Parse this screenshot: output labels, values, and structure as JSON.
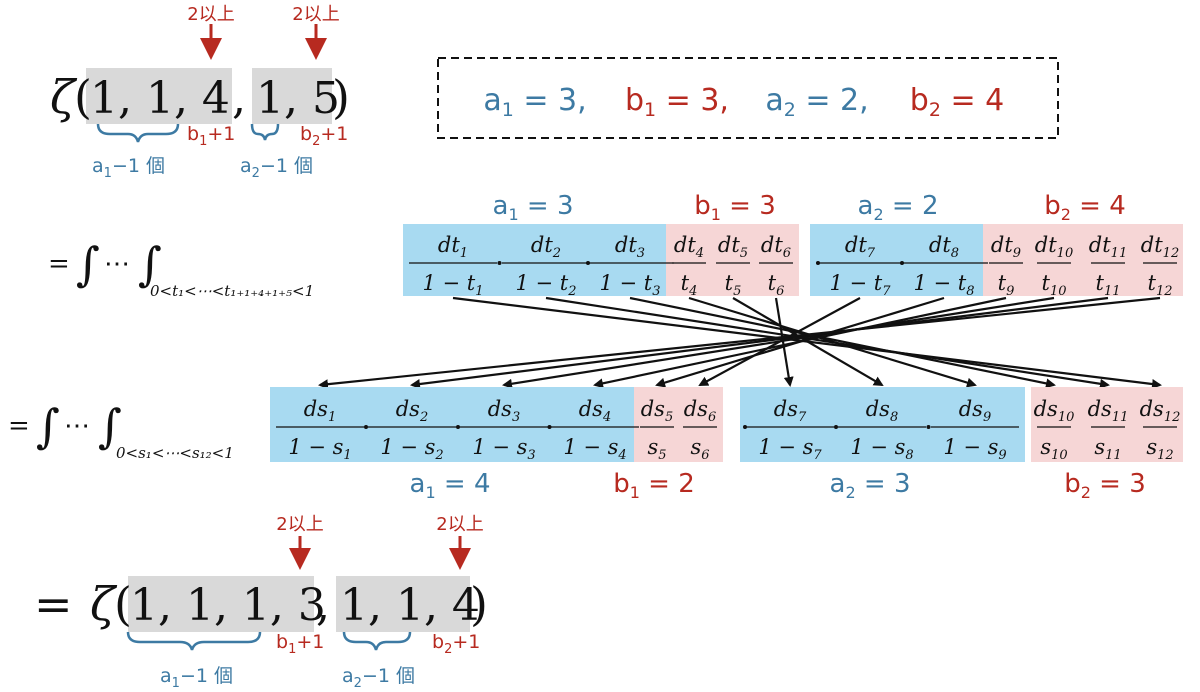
{
  "marker_label": "2以上",
  "top": {
    "zeta": "ζ",
    "paren_open": "(",
    "paren_close": ")",
    "group1": "1, 1, 4",
    "comma": ",",
    "group2": "1, 5",
    "brace1_prefix": "a",
    "brace1_sub": "1",
    "brace1_suffix": "−1 個",
    "brace2_prefix": "a",
    "brace2_sub": "2",
    "brace2_suffix": "−1 個",
    "last1_prefix": "b",
    "last1_sub": "1",
    "last1_suffix": "+1",
    "last2_prefix": "b",
    "last2_sub": "2",
    "last2_suffix": "+1"
  },
  "box": {
    "items": [
      {
        "letter": "a",
        "sub": "1",
        "rest": " = 3,",
        "color": "#3d7aa3"
      },
      {
        "letter": "b",
        "sub": "1",
        "rest": " = 3,",
        "color": "#b72a20"
      },
      {
        "letter": "a",
        "sub": "2",
        "rest": " = 2,",
        "color": "#3d7aa3"
      },
      {
        "letter": "b",
        "sub": "2",
        "rest": " = 4",
        "color": "#b72a20"
      }
    ]
  },
  "row1": {
    "prefix": "= ∫ ⋯ ∫",
    "lower_limit": "0<t₁<⋯<t₁₊₁₊₄₊₁₊₅<1",
    "labels": [
      {
        "letter": "a",
        "sub": "1",
        "rest": " = 3",
        "color": "#3d7aa3"
      },
      {
        "letter": "b",
        "sub": "1",
        "rest": " = 3",
        "color": "#b72a20"
      },
      {
        "letter": "a",
        "sub": "2",
        "rest": " = 2",
        "color": "#3d7aa3"
      },
      {
        "letter": "b",
        "sub": "2",
        "rest": " = 4",
        "color": "#b72a20"
      }
    ],
    "fractions": [
      {
        "num": "dt",
        "nsub": "1",
        "den": "1 − t",
        "dsub": "1",
        "kind": "a"
      },
      {
        "num": "dt",
        "nsub": "2",
        "den": "1 − t",
        "dsub": "2",
        "kind": "a"
      },
      {
        "num": "dt",
        "nsub": "3",
        "den": "1 − t",
        "dsub": "3",
        "kind": "a"
      },
      {
        "num": "dt",
        "nsub": "4",
        "den": "t",
        "dsub": "4",
        "kind": "b"
      },
      {
        "num": "dt",
        "nsub": "5",
        "den": "t",
        "dsub": "5",
        "kind": "b"
      },
      {
        "num": "dt",
        "nsub": "6",
        "den": "t",
        "dsub": "6",
        "kind": "b"
      },
      {
        "num": "dt",
        "nsub": "7",
        "den": "1 − t",
        "dsub": "7",
        "kind": "a"
      },
      {
        "num": "dt",
        "nsub": "8",
        "den": "1 − t",
        "dsub": "8",
        "kind": "a"
      },
      {
        "num": "dt",
        "nsub": "9",
        "den": "t",
        "dsub": "9",
        "kind": "b"
      },
      {
        "num": "dt",
        "nsub": "10",
        "den": "t",
        "dsub": "10",
        "kind": "b"
      },
      {
        "num": "dt",
        "nsub": "11",
        "den": "t",
        "dsub": "11",
        "kind": "b"
      },
      {
        "num": "dt",
        "nsub": "12",
        "den": "t",
        "dsub": "12",
        "kind": "b"
      }
    ]
  },
  "row2": {
    "prefix": "= ∫ ⋯ ∫",
    "lower_limit": "0<s₁<⋯<s₁₂<1",
    "labels": [
      {
        "letter": "a",
        "sub": "1",
        "rest": " = 4",
        "color": "#3d7aa3"
      },
      {
        "letter": "b",
        "sub": "1",
        "rest": " = 2",
        "color": "#b72a20"
      },
      {
        "letter": "a",
        "sub": "2",
        "rest": " = 3",
        "color": "#3d7aa3"
      },
      {
        "letter": "b",
        "sub": "2",
        "rest": " = 3",
        "color": "#b72a20"
      }
    ],
    "fractions": [
      {
        "num": "ds",
        "nsub": "1",
        "den": "1 − s",
        "dsub": "1",
        "kind": "a"
      },
      {
        "num": "ds",
        "nsub": "2",
        "den": "1 − s",
        "dsub": "2",
        "kind": "a"
      },
      {
        "num": "ds",
        "nsub": "3",
        "den": "1 − s",
        "dsub": "3",
        "kind": "a"
      },
      {
        "num": "ds",
        "nsub": "4",
        "den": "1 − s",
        "dsub": "4",
        "kind": "a"
      },
      {
        "num": "ds",
        "nsub": "5",
        "den": "s",
        "dsub": "5",
        "kind": "b"
      },
      {
        "num": "ds",
        "nsub": "6",
        "den": "s",
        "dsub": "6",
        "kind": "b"
      },
      {
        "num": "ds",
        "nsub": "7",
        "den": "1 − s",
        "dsub": "7",
        "kind": "a"
      },
      {
        "num": "ds",
        "nsub": "8",
        "den": "1 − s",
        "dsub": "8",
        "kind": "a"
      },
      {
        "num": "ds",
        "nsub": "9",
        "den": "1 − s",
        "dsub": "9",
        "kind": "a"
      },
      {
        "num": "ds",
        "nsub": "10",
        "den": "s",
        "dsub": "10",
        "kind": "b"
      },
      {
        "num": "ds",
        "nsub": "11",
        "den": "s",
        "dsub": "11",
        "kind": "b"
      },
      {
        "num": "ds",
        "nsub": "12",
        "den": "s",
        "dsub": "12",
        "kind": "b"
      }
    ]
  },
  "mapping": [
    12,
    11,
    10,
    9,
    8,
    7,
    6,
    5,
    4,
    3,
    2,
    1
  ],
  "bottom": {
    "eq": "=",
    "zeta": "ζ",
    "paren_open": "(",
    "paren_close": ")",
    "group1": "1, 1, 1, 3",
    "comma": ",",
    "group2": "1, 1, 4",
    "brace1_prefix": "a",
    "brace1_sub": "1",
    "brace1_suffix": "−1 個",
    "brace2_prefix": "a",
    "brace2_sub": "2",
    "brace2_suffix": "−1 個",
    "last1_prefix": "b",
    "last1_sub": "1",
    "last1_suffix": "+1",
    "last2_prefix": "b",
    "last2_sub": "2",
    "last2_suffix": "+1"
  },
  "colors": {
    "a_fill": "#a8daf1",
    "b_fill": "#f6d6d6",
    "gray_fill": "#d9d9d9",
    "blue": "#3d7aa3",
    "red": "#b72a20",
    "arrow": "#111111"
  }
}
